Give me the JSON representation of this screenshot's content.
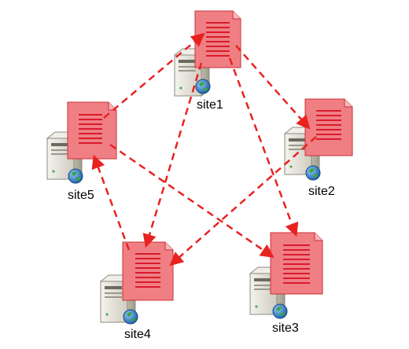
{
  "diagram": {
    "sites": [
      {
        "id": "site1",
        "label": "site1"
      },
      {
        "id": "site2",
        "label": "site2"
      },
      {
        "id": "site3",
        "label": "site3"
      },
      {
        "id": "site4",
        "label": "site4"
      },
      {
        "id": "site5",
        "label": "site5"
      }
    ],
    "edges": [
      {
        "from": "site5",
        "to": "site1"
      },
      {
        "from": "site1",
        "to": "site2"
      },
      {
        "from": "site1",
        "to": "site3"
      },
      {
        "from": "site1",
        "to": "site4"
      },
      {
        "from": "site5",
        "to": "site3"
      },
      {
        "from": "site2",
        "to": "site4"
      },
      {
        "from": "site4",
        "to": "site5"
      }
    ],
    "colors": {
      "edge": "#e8231f",
      "document_fill": "#f07f84",
      "document_border": "#c8323a",
      "document_lines": "#d81b2c",
      "server_body": "#e3e1d6",
      "globe": "#2f7dc4",
      "globe_land": "#3aa53f"
    },
    "icons": {
      "node": "server-icon",
      "document": "document-icon",
      "badge": "globe-icon"
    }
  }
}
